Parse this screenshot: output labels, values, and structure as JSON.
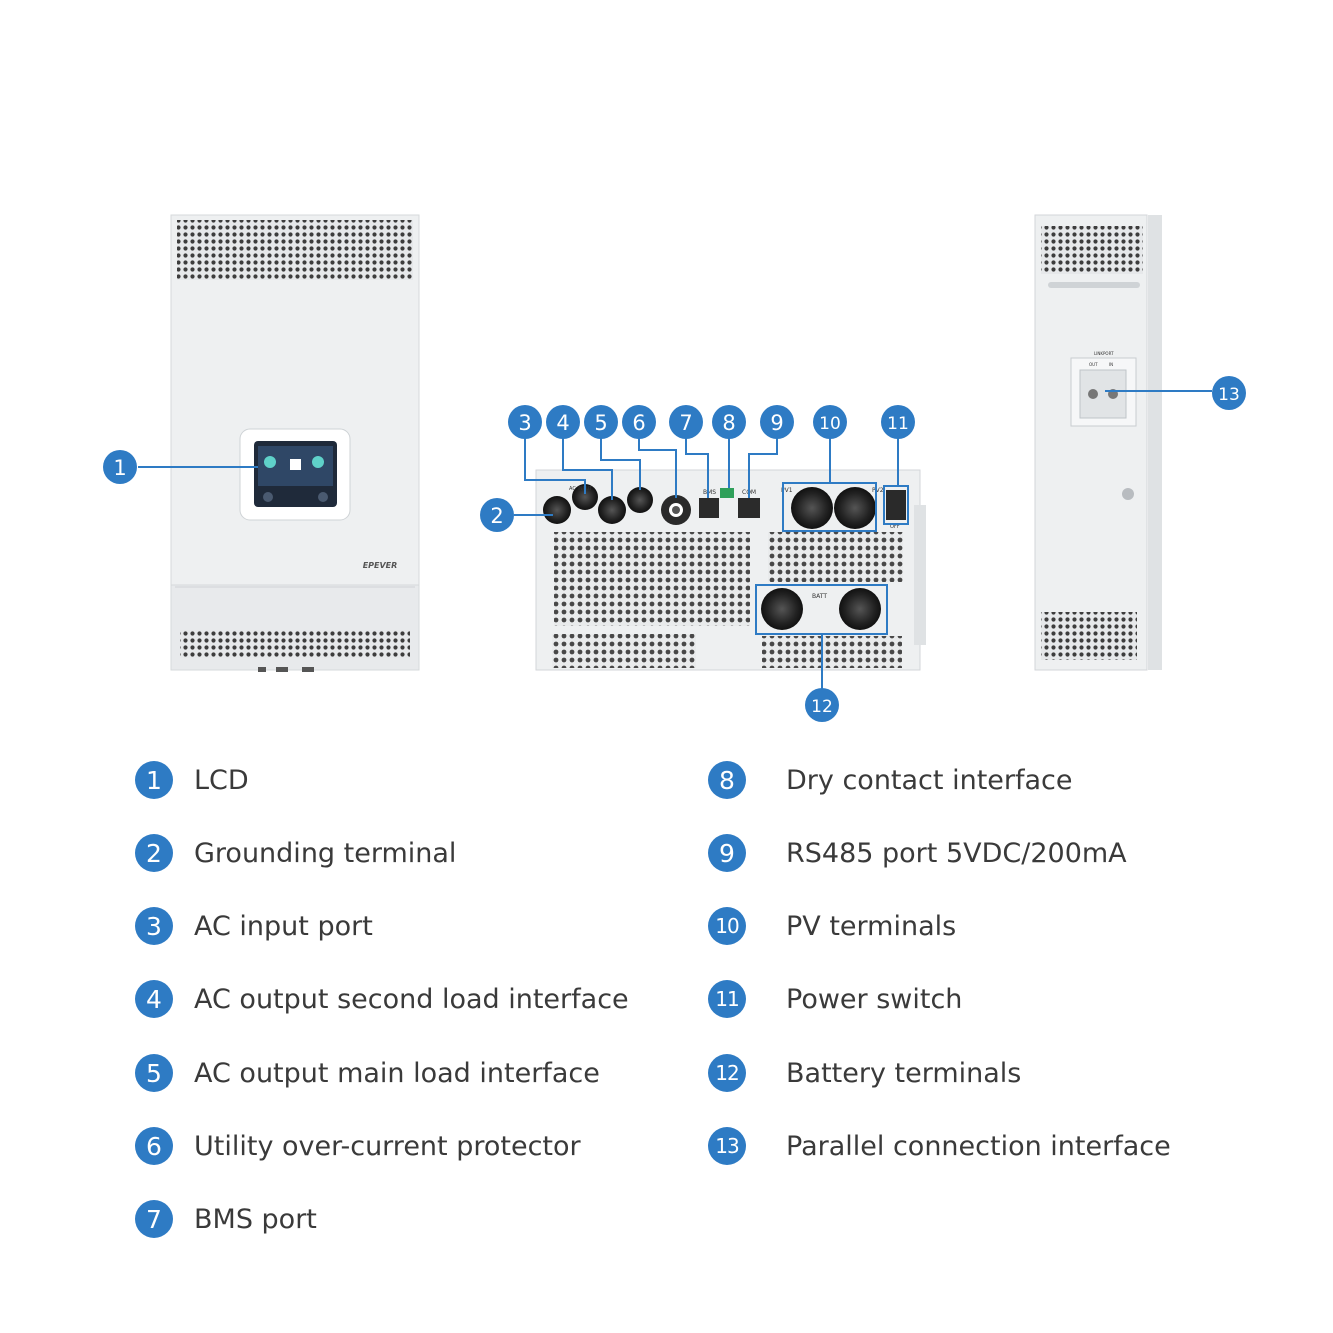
{
  "brand": "EPEVER",
  "colors": {
    "badge": "#2e7bc4",
    "callout_line": "#2e7bc4",
    "panel": "#eef0f1",
    "vent": "#3a3a3a"
  },
  "panel_labels": {
    "ac_input": "AC INPUT",
    "bms": "BMS",
    "com": "COM",
    "pv1": "PV1",
    "pv2": "PV2",
    "batt": "BATT",
    "off": "OFF",
    "linkport": "LINKPORT",
    "out": "OUT",
    "in": "IN"
  },
  "callouts": [
    "1",
    "2",
    "3",
    "4",
    "5",
    "6",
    "7",
    "8",
    "9",
    "10",
    "11",
    "12",
    "13"
  ],
  "legend": [
    {
      "num": "1",
      "label": "LCD"
    },
    {
      "num": "2",
      "label": "Grounding terminal"
    },
    {
      "num": "3",
      "label": "AC input port"
    },
    {
      "num": "4",
      "label": "AC output second load interface"
    },
    {
      "num": "5",
      "label": "AC output main load interface"
    },
    {
      "num": "6",
      "label": "Utility over-current protector"
    },
    {
      "num": "7",
      "label": "BMS port"
    },
    {
      "num": "8",
      "label": "Dry contact interface"
    },
    {
      "num": "9",
      "label": "RS485 port 5VDC/200mA"
    },
    {
      "num": "10",
      "label": "PV terminals"
    },
    {
      "num": "11",
      "label": "Power switch"
    },
    {
      "num": "12",
      "label": "Battery terminals"
    },
    {
      "num": "13",
      "label": "Parallel connection interface"
    }
  ]
}
